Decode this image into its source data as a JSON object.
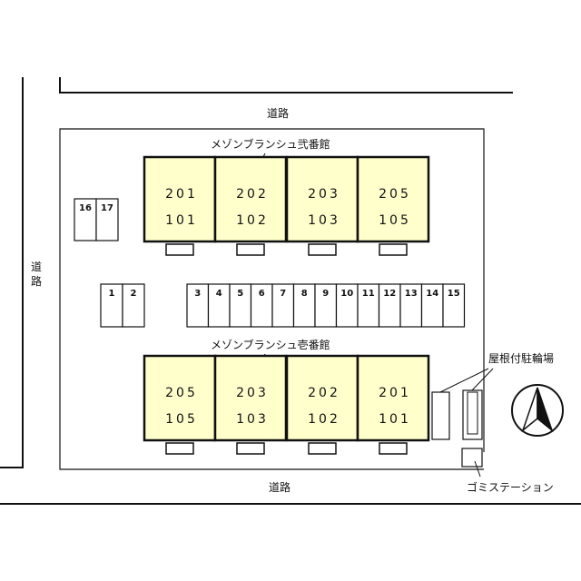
{
  "roads": {
    "top": "道路",
    "left": "道路",
    "bottom": "道路"
  },
  "building_north": {
    "name": "メゾンブランシュ弐番館",
    "units": [
      {
        "upper": "201",
        "lower": "101"
      },
      {
        "upper": "202",
        "lower": "102"
      },
      {
        "upper": "203",
        "lower": "103"
      },
      {
        "upper": "205",
        "lower": "105"
      }
    ]
  },
  "building_south": {
    "name": "メゾンブランシュ壱番館",
    "units": [
      {
        "upper": "205",
        "lower": "105"
      },
      {
        "upper": "203",
        "lower": "103"
      },
      {
        "upper": "202",
        "lower": "102"
      },
      {
        "upper": "201",
        "lower": "101"
      }
    ]
  },
  "parking": {
    "group_a": [
      "16",
      "17"
    ],
    "group_b": [
      "1",
      "2"
    ],
    "group_c": [
      "3",
      "4",
      "5",
      "6",
      "7",
      "8",
      "9",
      "10",
      "11",
      "12",
      "13",
      "14",
      "15"
    ]
  },
  "bike_parking_label": "屋根付駐輪場",
  "garbage_station_label": "ゴミステーション",
  "colors": {
    "unit_fill": "#ffffcc",
    "line": "#111111"
  },
  "icons": {
    "north": "north-arrow-icon"
  }
}
